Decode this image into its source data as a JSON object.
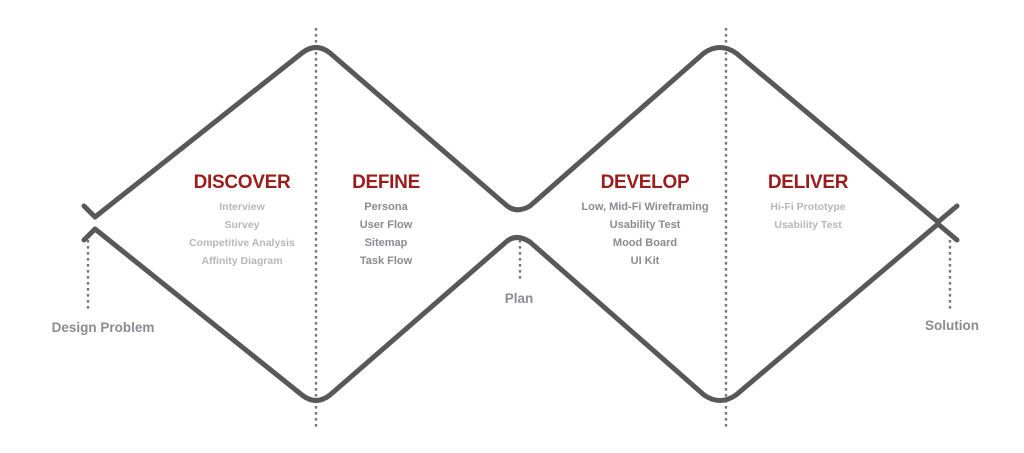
{
  "phases": [
    {
      "title": "DISCOVER",
      "items": [
        "Interview",
        "Survey",
        "Competitive Analysis",
        "Affinity Diagram"
      ]
    },
    {
      "title": "DEFINE",
      "items": [
        "Persona",
        "User Flow",
        "Sitemap",
        "Task Flow"
      ]
    },
    {
      "title": "DEVELOP",
      "items": [
        "Low, Mid-Fi Wireframing",
        "Usability Test",
        "Mood Board",
        "UI Kit"
      ]
    },
    {
      "title": "DELIVER",
      "items": [
        "Hi-Fi Prototype",
        "Usability Test"
      ]
    }
  ],
  "labels": {
    "start": "Design Problem",
    "middle": "Plan",
    "end": "Solution"
  },
  "colors": {
    "diamond_stroke": "#58585a",
    "dotted_line": "#77777b",
    "phase_title": "#9b1c1c",
    "item_light": "#b7b7bb",
    "item_dark": "#8b8b91",
    "endpoint_label": "#8b8b91"
  }
}
